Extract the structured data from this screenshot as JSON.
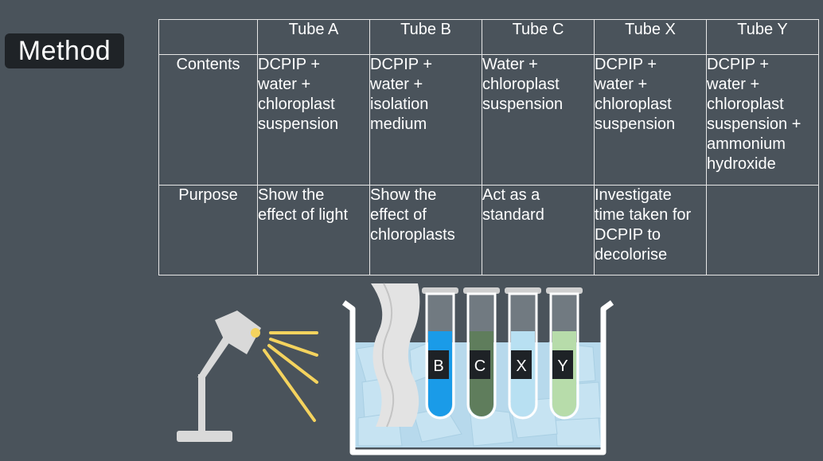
{
  "title": "Method",
  "table": {
    "columns": [
      "",
      "Tube A",
      "Tube B",
      "Tube C",
      "Tube X",
      "Tube Y"
    ],
    "rows": [
      {
        "label": "Contents",
        "cells": [
          [
            "DCPIP +",
            "water +",
            "chloroplast",
            "suspension"
          ],
          [
            "DCPIP +",
            "water +",
            "isolation",
            "medium"
          ],
          [
            "Water +",
            "chloroplast",
            "suspension"
          ],
          [
            "DCPIP +",
            "water +",
            "chloroplast",
            "suspension"
          ],
          [
            "DCPIP +",
            "water +",
            "chloroplast",
            "suspension +",
            "ammonium",
            "hydroxide"
          ]
        ]
      },
      {
        "label": "Purpose",
        "cells": [
          [
            "Show the",
            "effect of light"
          ],
          [
            "Show the",
            "effect of",
            "chloroplasts"
          ],
          [
            "Act as a",
            "standard"
          ],
          [
            "Investigate",
            "time taken for",
            "DCPIP to",
            "decolorise"
          ],
          []
        ]
      }
    ]
  },
  "illustration": {
    "tubes": [
      {
        "label": "B",
        "liquid_color": "#1a9be8"
      },
      {
        "label": "C",
        "liquid_color": "#5f7d5c"
      },
      {
        "label": "X",
        "liquid_color": "#b8e0f2"
      },
      {
        "label": "Y",
        "liquid_color": "#b7dcaa"
      }
    ],
    "colors": {
      "lamp": "#d9d9d9",
      "light_rays": "#f4d35e",
      "ice": "#c6e3f2",
      "beaker_outline": "#ffffff",
      "foil": "#e3e3e3"
    },
    "icons": [
      "desk-lamp-icon",
      "ice-bath-beaker-icon",
      "foil-sheet-icon",
      "test-tube-icon"
    ]
  }
}
